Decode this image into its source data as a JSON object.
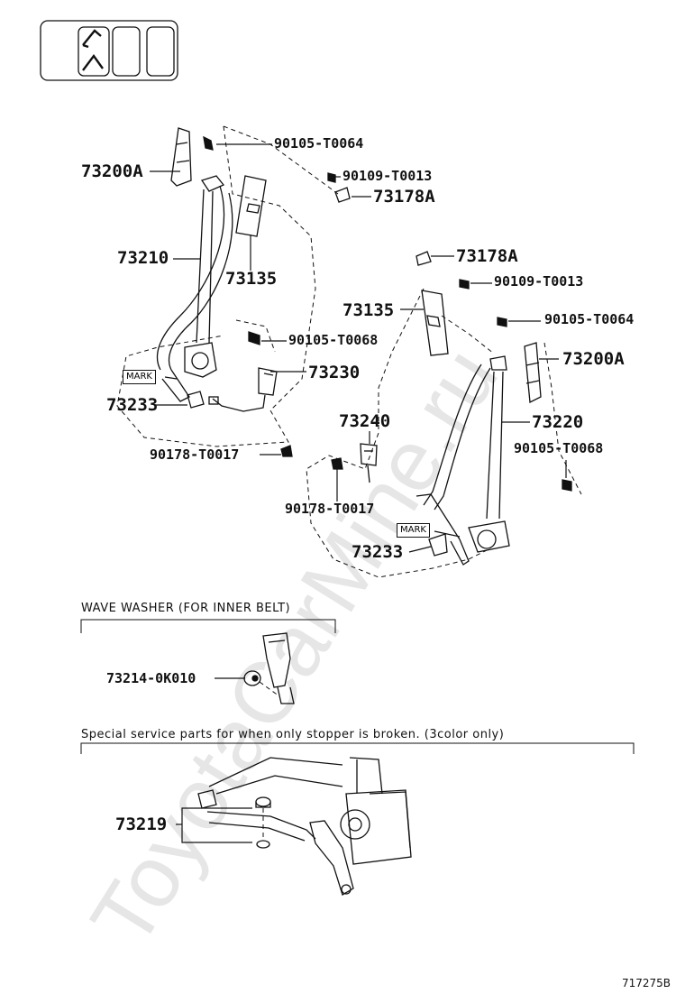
{
  "watermark": "ToyotaCarMine.ru",
  "header_icon": "seat-layout-icon",
  "labels": {
    "p73200A_left": "73200A",
    "p90105_T0064_left": "90105-T0064",
    "p90109_T0013_left": "90109-T0013",
    "p73178A_left": "73178A",
    "p73210": "73210",
    "p73135_left": "73135",
    "p90105_T0068_left": "90105-T0068",
    "p73230": "73230",
    "p73233_left": "73233",
    "p90178_T0017_left": "90178-T0017",
    "p73178A_right": "73178A",
    "p90109_T0013_right": "90109-T0013",
    "p73135_right": "73135",
    "p90105_T0064_right": "90105-T0064",
    "p73200A_right": "73200A",
    "p73240": "73240",
    "p73220": "73220",
    "p90105_T0068_right": "90105-T0068",
    "p90178_T0017_right": "90178-T0017",
    "p73233_right": "73233",
    "mark_left": "MARK",
    "mark_right": "MARK",
    "p73214": "73214-0K010",
    "p73219": "73219"
  },
  "sections": {
    "wave_washer": "WAVE WASHER (FOR INNER BELT)",
    "special_parts": "Special service parts for when only stopper is broken. (3color only)"
  },
  "diagram_id": "717275B"
}
